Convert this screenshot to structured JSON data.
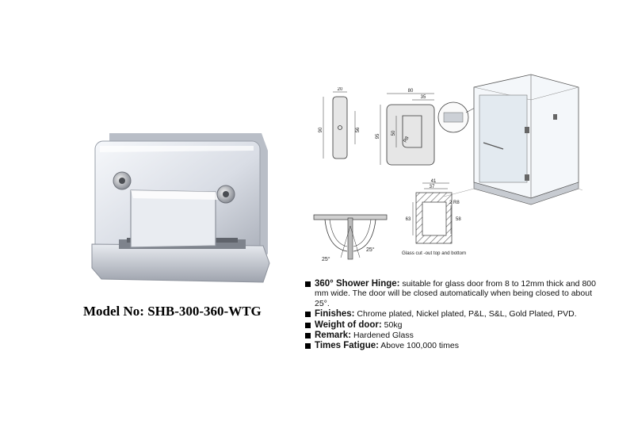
{
  "product": {
    "model_label": "Model No: SHB-300-360-WTG"
  },
  "drawings": {
    "side_view": {
      "dims": [
        "20",
        "90",
        "56"
      ]
    },
    "front_view": {
      "dims": [
        "80",
        "35",
        "95",
        "50",
        "R8"
      ]
    },
    "cutout": {
      "dims": [
        "41",
        "37",
        "2 R8",
        "63",
        "58"
      ],
      "caption": "Glass cut -out top and bottom"
    },
    "rotation": {
      "angles": [
        "25°",
        "25°"
      ]
    }
  },
  "specs": [
    {
      "label": "360° Shower Hinge:",
      "text": " suitable for glass door from 8 to 12mm thick and  800 mm wide. The door will be closed automatically when being closed to about 25°."
    },
    {
      "label": "Finishes:",
      "text": " Chrome plated, Nickel plated, P&L, S&L, Gold Plated, PVD."
    },
    {
      "label": "Weight of door:",
      "text": " 50kg"
    },
    {
      "label": "Remark:",
      "text": " Hardened Glass"
    },
    {
      "label": "Times Fatigue:",
      "text": " Above 100,000 times"
    }
  ],
  "colors": {
    "chrome_light": "#f2f4f8",
    "chrome_mid": "#c9cdd6",
    "chrome_dark": "#7d818a",
    "drawing_fill": "#e6e6e6",
    "hatch": "#555555"
  }
}
